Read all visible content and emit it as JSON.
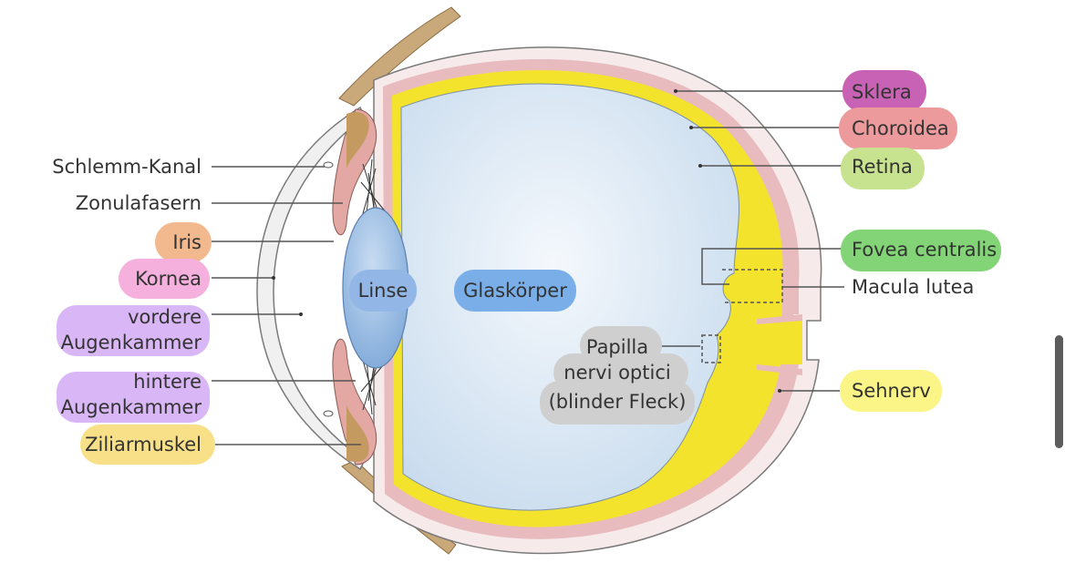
{
  "labels": {
    "schlemm": "Schlemm-Kanal",
    "zonula": "Zonulafasern",
    "iris": "Iris",
    "kornea": "Kornea",
    "vordere_1": "vordere",
    "vordere_2": "Augenkammer",
    "hintere_1": "hintere",
    "hintere_2": "Augenkammer",
    "ziliar": "Ziliarmuskel",
    "linse": "Linse",
    "glaskoerper": "Glaskörper",
    "papilla_1": "Papilla",
    "papilla_2": "nervi optici",
    "papilla_3": "(blinder Fleck)",
    "sklera": "Sklera",
    "choroidea": "Choroidea",
    "retina": "Retina",
    "fovea": "Fovea centralis",
    "macula": "Macula lutea",
    "sehnerv": "Sehnerv"
  },
  "highlight_colors": {
    "sklera": "#c862b4",
    "choroidea": "#ec9a9c",
    "retina": "#c8e390",
    "fovea": "#82d476",
    "sehnerv": "#fbf588",
    "iris": "#f3b98e",
    "kornea": "#f5b0dd",
    "kammer": "#d9b6f5",
    "ziliar": "#f8e088",
    "linse": "#92b6e6",
    "glaskoerper": "#7aaee8",
    "papilla": "#cfcfcf"
  }
}
